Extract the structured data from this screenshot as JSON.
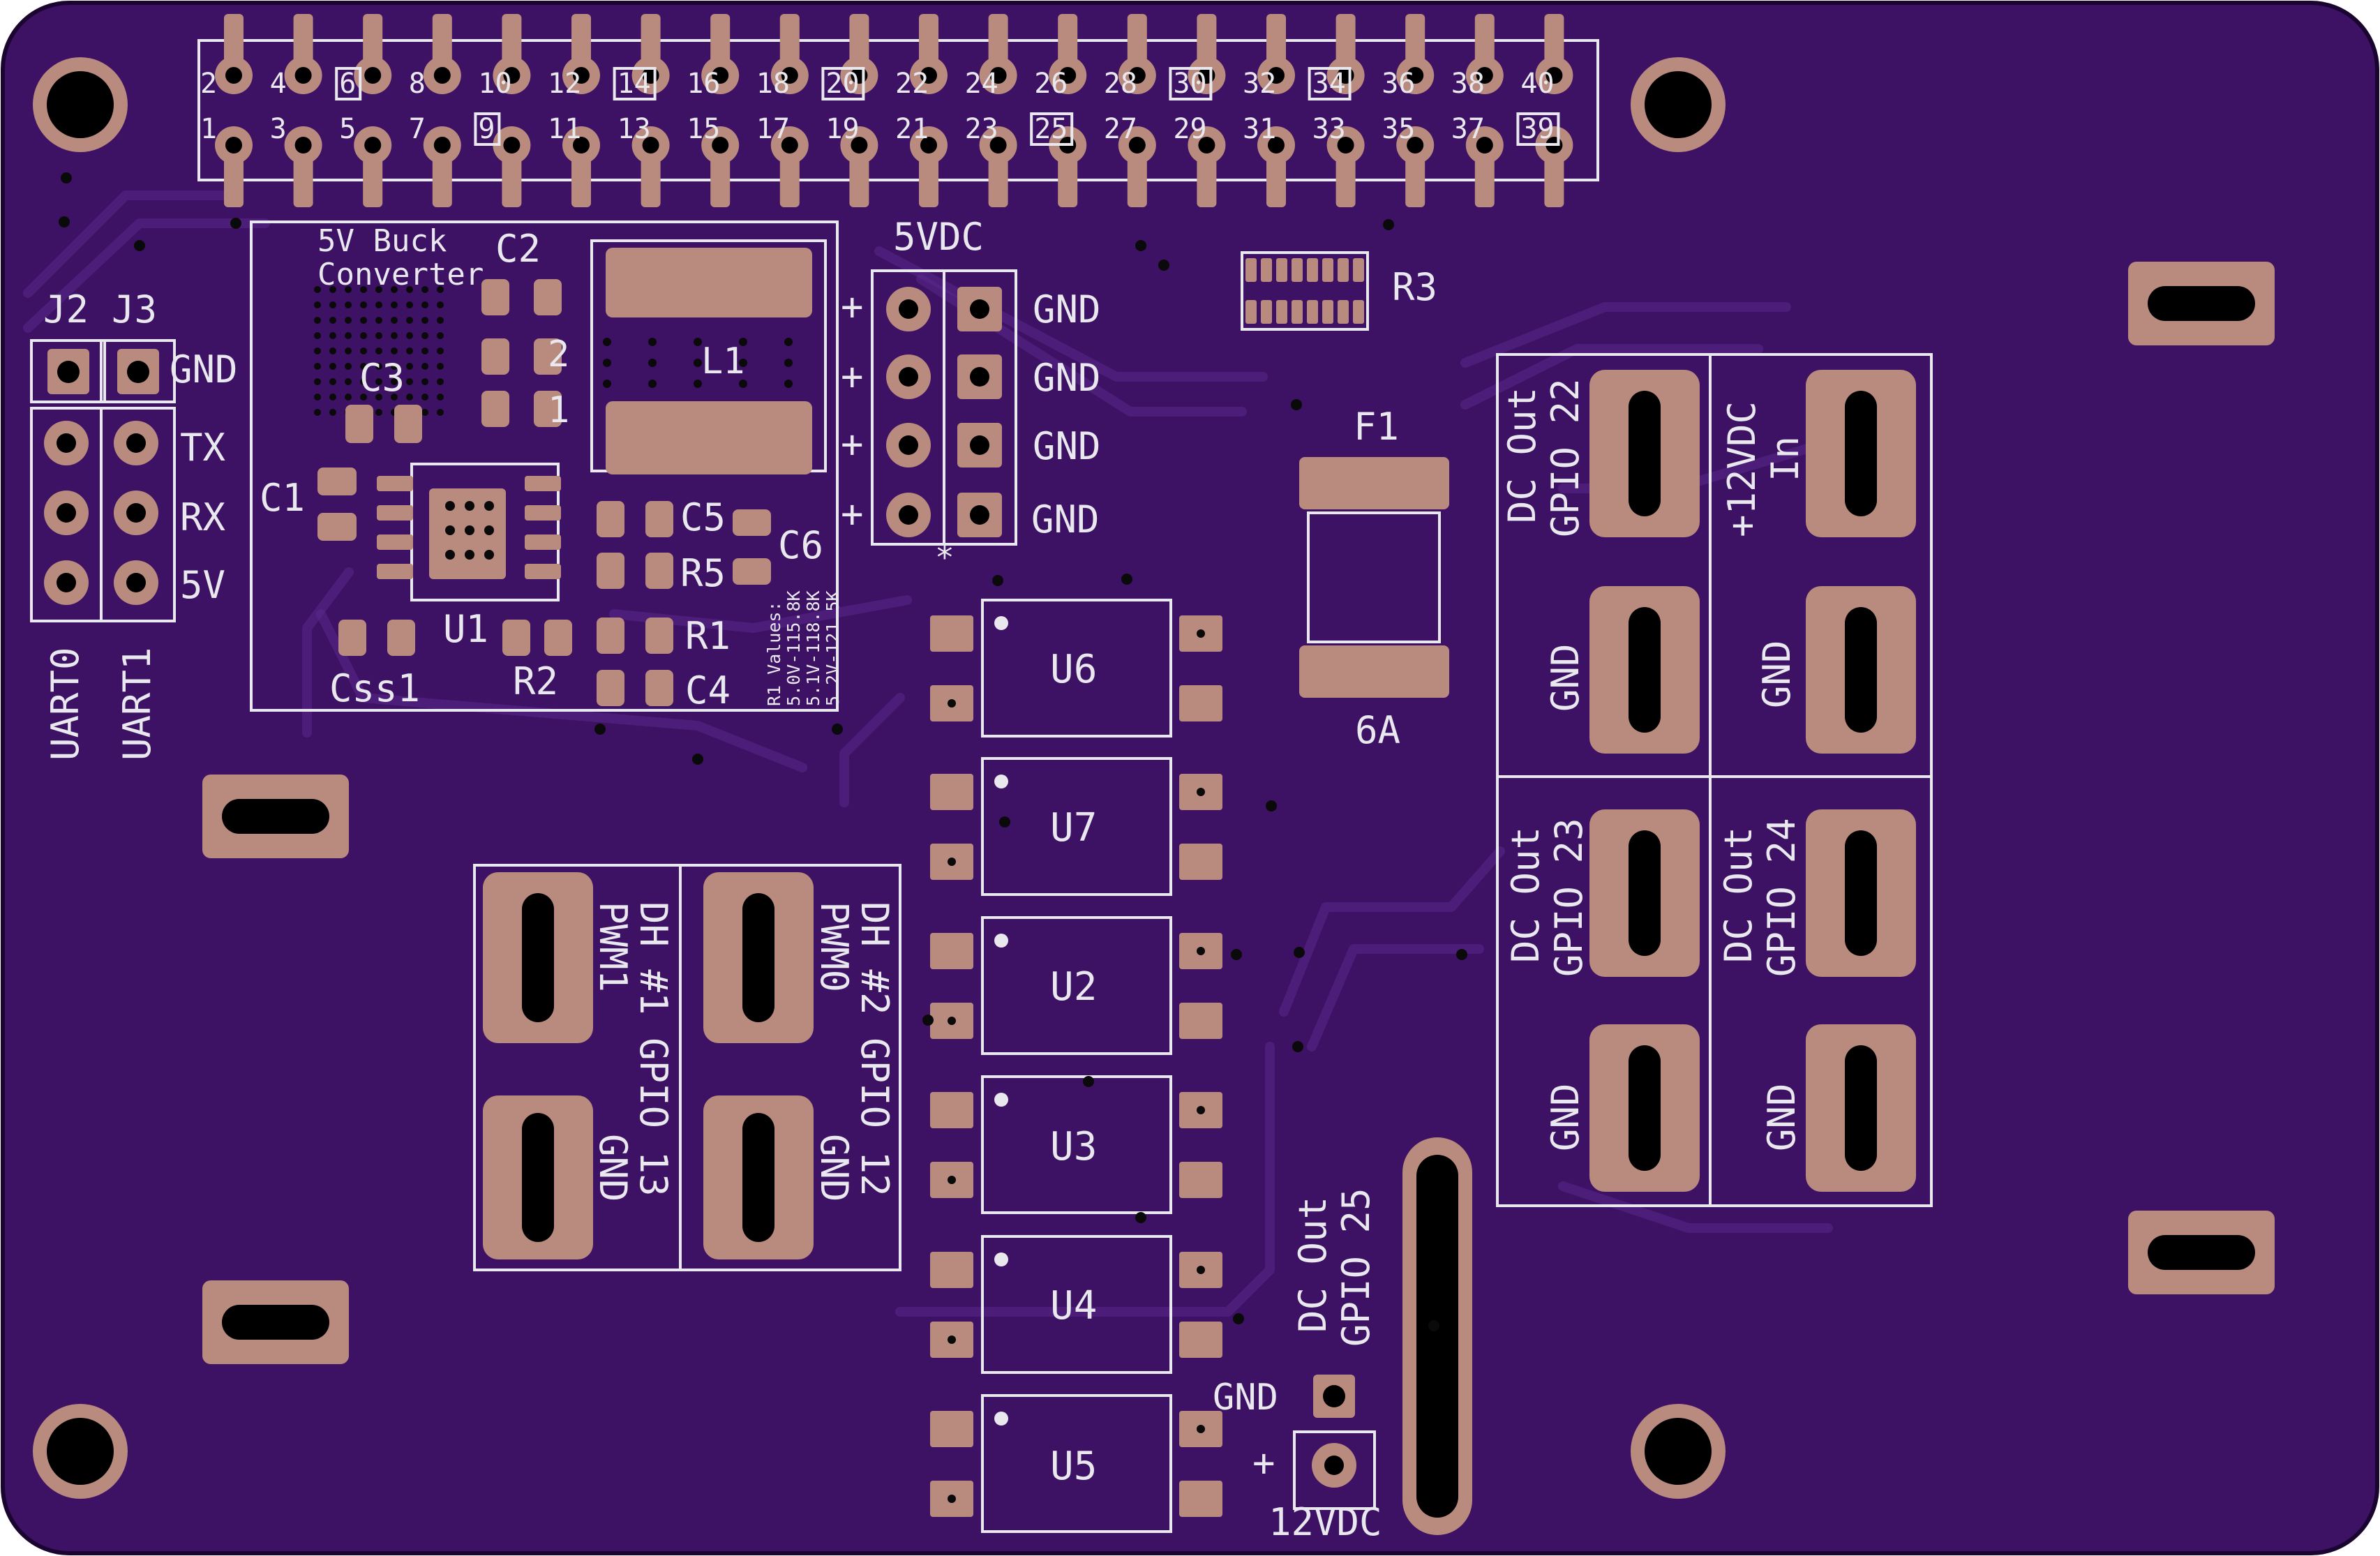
{
  "colors": {
    "board": "#3d1163",
    "board_edge": "#2a0a47",
    "copper": "#b98a7e",
    "silkscreen": "#e8e8ee",
    "drill": "#000000"
  },
  "gpio_header": {
    "top_numbers": [
      "2",
      "4",
      "6",
      "8",
      "10",
      "12",
      "14",
      "16",
      "18",
      "20",
      "22",
      "24",
      "26",
      "28",
      "30",
      "32",
      "34",
      "36",
      "38",
      "40"
    ],
    "bottom_numbers": [
      "1",
      "3",
      "5",
      "7",
      "9",
      "11",
      "13",
      "15",
      "17",
      "19",
      "21",
      "23",
      "25",
      "27",
      "29",
      "31",
      "33",
      "35",
      "37",
      "39"
    ],
    "boxed_top": [
      "6",
      "14",
      "20",
      "30",
      "34"
    ],
    "boxed_bottom": [
      "9",
      "25",
      "39"
    ]
  },
  "buck": {
    "title_line1": "5V Buck",
    "title_line2": "Converter",
    "labels": {
      "c2": "C2",
      "c3": "C3",
      "c1": "C1",
      "l1": "L1",
      "u1": "U1",
      "css1": "Css1",
      "r2": "R2",
      "c5": "C5",
      "c6": "C6",
      "r5": "R5",
      "r1": "R1",
      "c4": "C4",
      "cx2": "2",
      "cx1": "1"
    },
    "r1_note": [
      "R1 Values:",
      "5.0V-115.8K",
      "5.1V-118.8K",
      "5.2V-121.5K"
    ]
  },
  "uart": {
    "j2": "J2",
    "j3": "J3",
    "gnd": "GND",
    "tx": "TX",
    "rx": "RX",
    "v5": "5V",
    "uart0": "UART0",
    "uart1": "UART1"
  },
  "power5v": {
    "title": "5VDC",
    "plus": [
      "+",
      "+",
      "+",
      "+"
    ],
    "gnd": [
      "GND",
      "GND",
      "GND",
      "GND"
    ],
    "star": "*"
  },
  "r3": "R3",
  "fuse": {
    "name": "F1",
    "rating": "6A"
  },
  "optos": [
    "U6",
    "U7",
    "U2",
    "U3",
    "U4",
    "U5"
  ],
  "dh": {
    "dh1": "DH #1 GPIO 13",
    "pwm1": "PWM1",
    "dh2": "DH #2 GPIO 12",
    "pwm0": "PWM0",
    "gnd1": "GND",
    "gnd2": "GND"
  },
  "dc_outs": {
    "gpio22_line1": "DC Out",
    "gpio22_line2": "GPIO 22",
    "in_line1": "+12VDC",
    "in_line2": "In",
    "gpio23_line1": "DC Out",
    "gpio23_line2": "GPIO 23",
    "gpio24_line1": "DC Out",
    "gpio24_line2": "GPIO 24",
    "gnd": "GND"
  },
  "gpio25": {
    "line1": "DC Out",
    "line2": "GPIO 25",
    "gnd": "GND",
    "plus": "+",
    "supply": "12VDC"
  }
}
